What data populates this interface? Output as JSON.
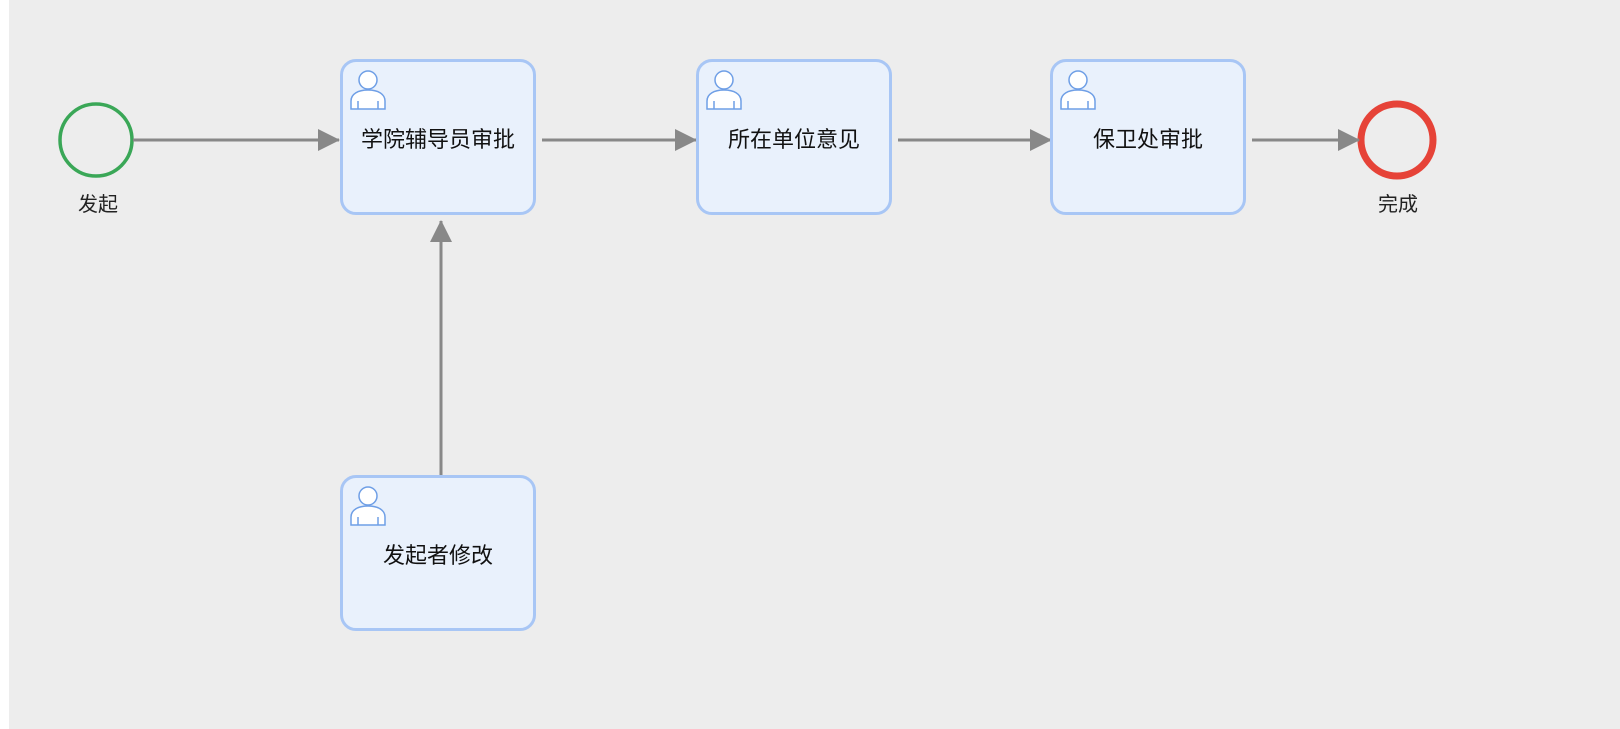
{
  "diagram": {
    "colors": {
      "background": "#ededed",
      "start_event": "#3aa757",
      "end_event": "#e64338",
      "task_border": "#a8c6f5",
      "task_fill": "#e9f1fc",
      "flow": "#888888"
    },
    "start_event": {
      "label": "发起"
    },
    "end_event": {
      "label": "完成"
    },
    "tasks": {
      "counselor_approval": {
        "label": "学院辅导员审批",
        "icon": "user-icon"
      },
      "unit_opinion": {
        "label": "所在单位意见",
        "icon": "user-icon"
      },
      "security_approval": {
        "label": "保卫处审批",
        "icon": "user-icon"
      },
      "initiator_modify": {
        "label": "发起者修改",
        "icon": "user-icon"
      }
    }
  }
}
